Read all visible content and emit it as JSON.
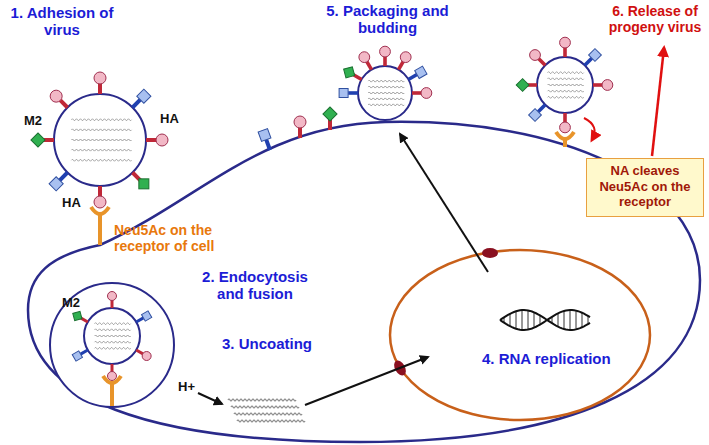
{
  "diagram": {
    "nodes": [
      {
        "text": [
          "NA cleaves Neu5Ac on the receptor"
        ]
      }
    ],
    "labels": [
      "1. Adhesion of virus",
      "M2",
      "HA",
      "HA",
      "Neu5Ac on the receptor of cell",
      "M2",
      "2. Endocytosis and fusion",
      "3. Uncoating",
      "H+",
      "4. RNA replication",
      "5. Packaging and budding",
      "6. Release of progeny virus"
    ]
  }
}
